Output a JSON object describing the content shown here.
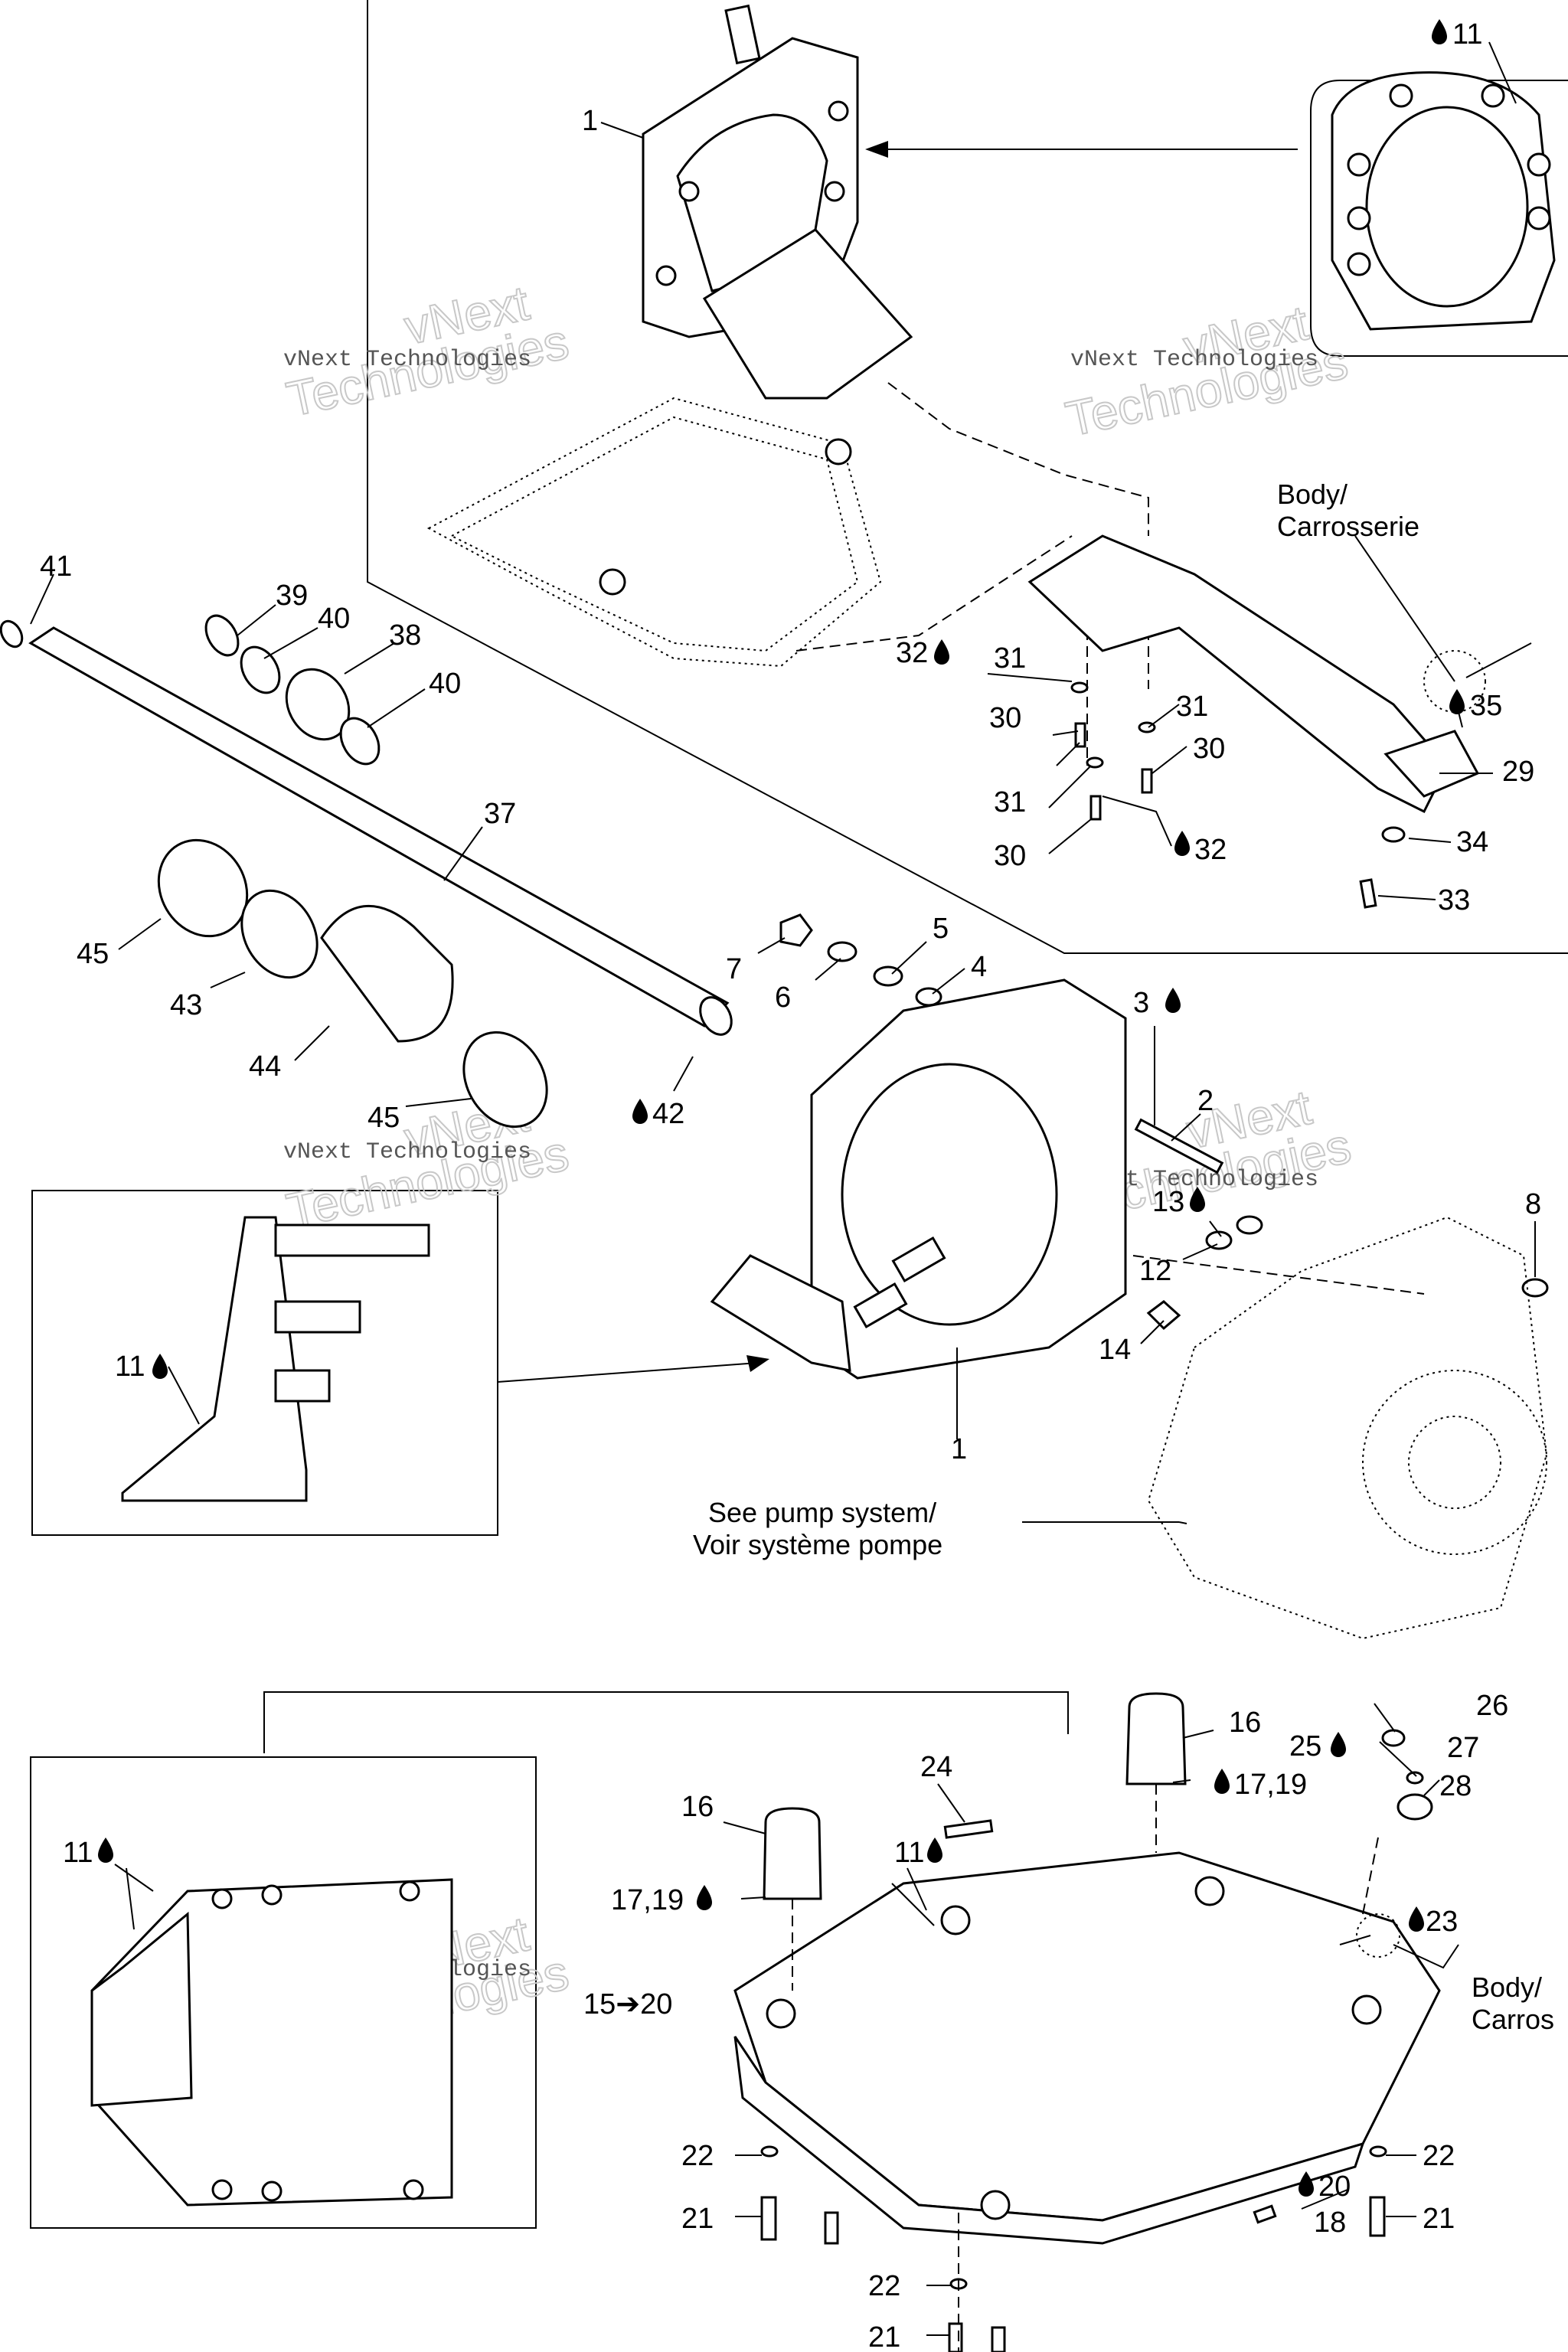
{
  "labels": [
    {
      "id": "1a",
      "text": "1"
    },
    {
      "id": "11a",
      "text": "11"
    },
    {
      "id": "41",
      "text": "41"
    },
    {
      "id": "39",
      "text": "39"
    },
    {
      "id": "40a",
      "text": "40"
    },
    {
      "id": "38",
      "text": "38"
    },
    {
      "id": "40b",
      "text": "40"
    },
    {
      "id": "37",
      "text": "37"
    },
    {
      "id": "32a",
      "text": "32"
    },
    {
      "id": "31a",
      "text": "31"
    },
    {
      "id": "30a",
      "text": "30"
    },
    {
      "id": "31b",
      "text": "31"
    },
    {
      "id": "30b",
      "text": "30"
    },
    {
      "id": "31c",
      "text": "31"
    },
    {
      "id": "30c",
      "text": "30"
    },
    {
      "id": "32b",
      "text": "32"
    },
    {
      "id": "35",
      "text": "35"
    },
    {
      "id": "29",
      "text": "29"
    },
    {
      "id": "34",
      "text": "34"
    },
    {
      "id": "33",
      "text": "33"
    },
    {
      "id": "45a",
      "text": "45"
    },
    {
      "id": "43",
      "text": "43"
    },
    {
      "id": "44",
      "text": "44"
    },
    {
      "id": "45b",
      "text": "45"
    },
    {
      "id": "42",
      "text": "42"
    },
    {
      "id": "7",
      "text": "7"
    },
    {
      "id": "5",
      "text": "5"
    },
    {
      "id": "6",
      "text": "6"
    },
    {
      "id": "4",
      "text": "4"
    },
    {
      "id": "3",
      "text": "3"
    },
    {
      "id": "2",
      "text": "2"
    },
    {
      "id": "13",
      "text": "13"
    },
    {
      "id": "12",
      "text": "12"
    },
    {
      "id": "8",
      "text": "8"
    },
    {
      "id": "14",
      "text": "14"
    },
    {
      "id": "11b",
      "text": "11"
    },
    {
      "id": "1b",
      "text": "1"
    },
    {
      "id": "16a",
      "text": "16"
    },
    {
      "id": "26",
      "text": "26"
    },
    {
      "id": "25",
      "text": "25"
    },
    {
      "id": "27",
      "text": "27"
    },
    {
      "id": "1719a",
      "text": "17,19"
    },
    {
      "id": "28",
      "text": "28"
    },
    {
      "id": "24",
      "text": "24"
    },
    {
      "id": "16b",
      "text": "16"
    },
    {
      "id": "11c",
      "text": "11"
    },
    {
      "id": "11d",
      "text": "11"
    },
    {
      "id": "1719b",
      "text": "17,19"
    },
    {
      "id": "23",
      "text": "23"
    },
    {
      "id": "1520",
      "text": "15➔20"
    },
    {
      "id": "22a",
      "text": "22"
    },
    {
      "id": "22b",
      "text": "22"
    },
    {
      "id": "20",
      "text": "20"
    },
    {
      "id": "21a",
      "text": "21"
    },
    {
      "id": "18",
      "text": "18"
    },
    {
      "id": "21b",
      "text": "21"
    },
    {
      "id": "22c",
      "text": "22"
    },
    {
      "id": "21c",
      "text": "21"
    }
  ],
  "notes": {
    "body_top_line1": "Body/",
    "body_top_line2": "Carrosserie",
    "pump_line1": "See pump system/",
    "pump_line2": "Voir système pompe",
    "body_bottom_line1": "Body/",
    "body_bottom_line2": "Carros"
  },
  "watermark": {
    "line1": "vNext Technologies",
    "line2": "vNext",
    "line3": "Technologies"
  },
  "icons": {
    "drop": "drop-icon",
    "arrow": "arrow-icon"
  }
}
